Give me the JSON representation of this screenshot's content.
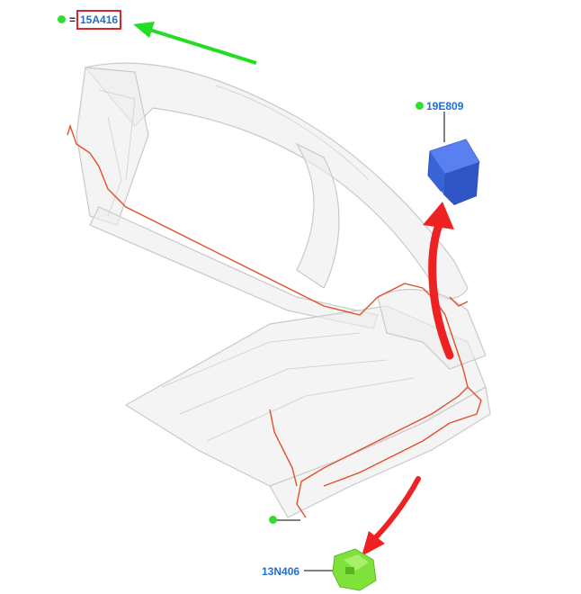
{
  "legend": {
    "symbol": "=",
    "ref": "15A416",
    "dot_color": "#2ee02e",
    "highlight_color": "#d9262b"
  },
  "parts": [
    {
      "id": "19E809",
      "color": "#3a63d8"
    },
    {
      "id": "13N406",
      "color": "#7ee23a"
    }
  ],
  "colors": {
    "label_text": "#1f6fd1",
    "harness": "#e2502a",
    "arrow_red": "#ee2222",
    "arrow_green": "#22dd22",
    "body_outline": "#c9c9c9"
  }
}
